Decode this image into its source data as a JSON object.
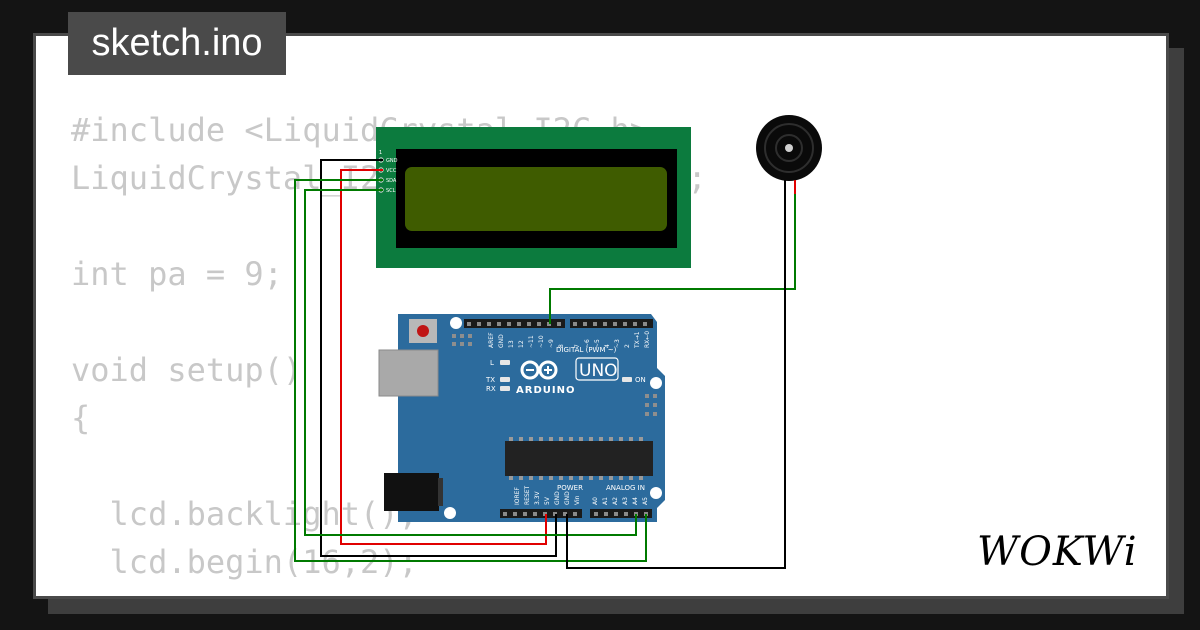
{
  "file_tab": {
    "label": "sketch.ino"
  },
  "code_lines": [
    "#include <LiquidCrystal_I2C.h>",
    "LiquidCrystal_I2C lcd(0x27,16,2);",
    "",
    "int pa = 9;",
    "",
    "void setup()",
    "{",
    "",
    "  lcd.backlight();",
    "  lcd.begin(16,2);"
  ],
  "lcd": {
    "pin_labels": [
      "1",
      "GND",
      "VCC",
      "SDA",
      "SCL"
    ]
  },
  "arduino": {
    "brand": "ARDUINO",
    "model": "UNO",
    "digital_header_label": "DIGITAL (PWM ~)",
    "digital_pins": [
      "AREF",
      "GND",
      "13",
      "12",
      "~11",
      "~10",
      "~9",
      "8",
      "7",
      "~6",
      "~5",
      "4",
      "~3",
      "2",
      "TX→1",
      "RX←0"
    ],
    "power_header_label": "POWER",
    "power_pins": [
      "IOREF",
      "RESET",
      "3.3V",
      "5V",
      "GND",
      "GND",
      "Vin"
    ],
    "analog_header_label": "ANALOG IN",
    "analog_pins": [
      "A0",
      "A1",
      "A2",
      "A3",
      "A4",
      "A5"
    ],
    "led_l": "L",
    "led_tx": "TX",
    "led_rx": "RX",
    "led_on": "ON"
  },
  "brand_logo": {
    "text": "WOKWi"
  },
  "colors": {
    "page_background": "#141414",
    "card_background": "#ffffff",
    "code_text": "#c8c8c8",
    "lcd_board": "#0c7b3e",
    "lcd_screen": "#3f5c00",
    "arduino_board": "#2c6b9d",
    "wire_black": "#000000",
    "wire_red": "#e00000",
    "wire_green": "#007a00"
  }
}
